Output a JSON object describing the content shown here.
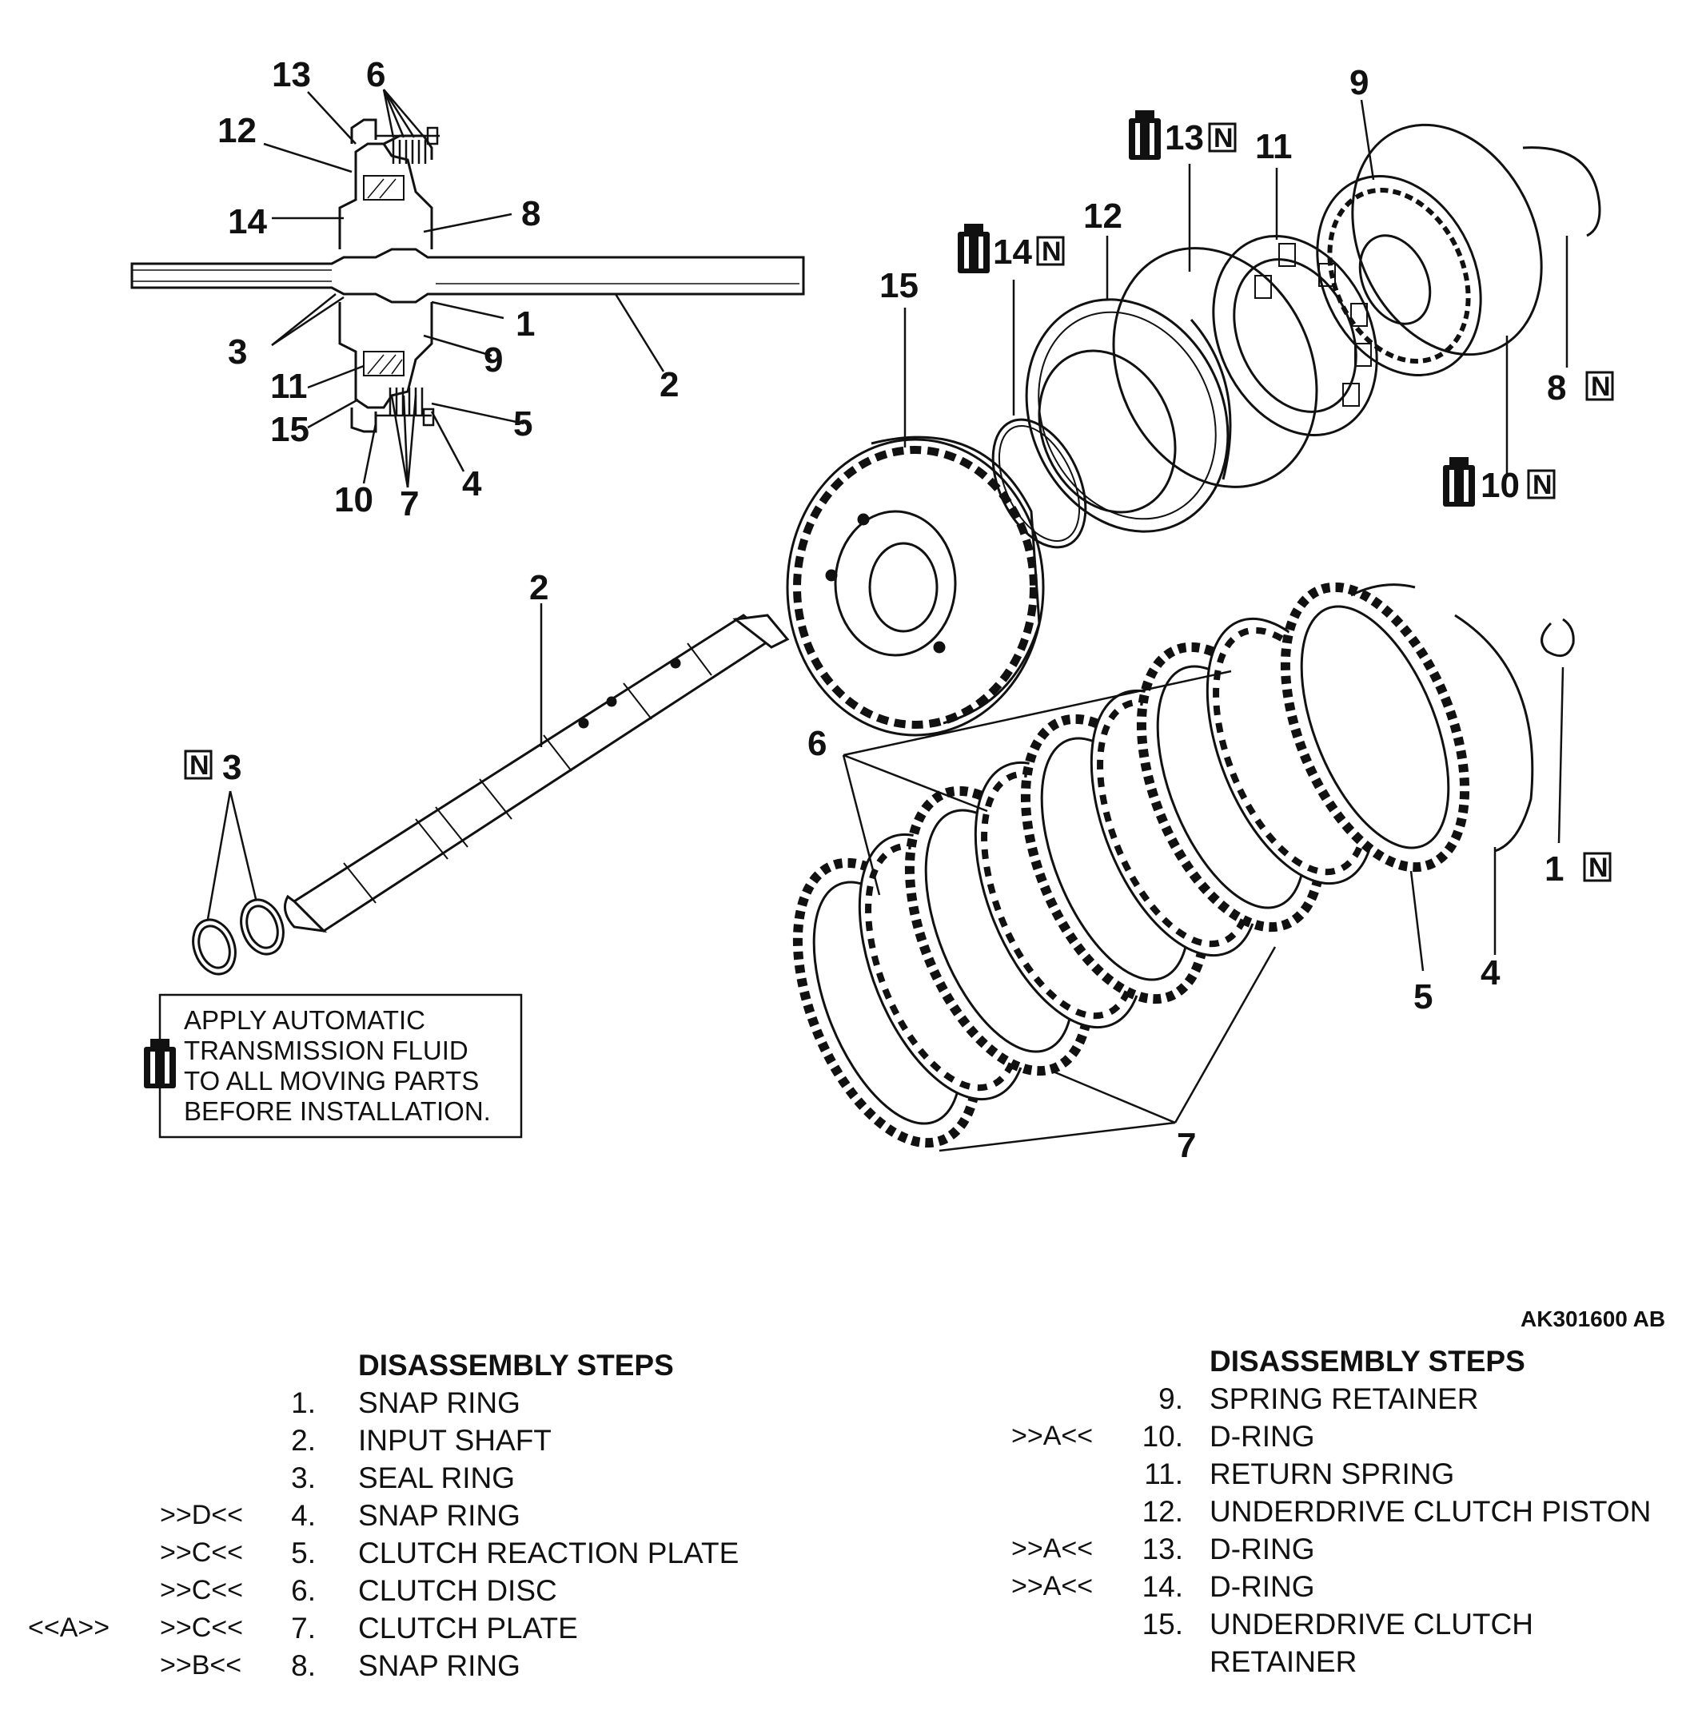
{
  "reference_code": "AK301600 AB",
  "note": {
    "lines": [
      "APPLY AUTOMATIC",
      "TRANSMISSION FLUID",
      "TO ALL MOVING PARTS",
      "BEFORE INSTALLATION."
    ],
    "icon": "oil-can-icon"
  },
  "mark_letter": "N",
  "callouts": {
    "section": [
      "13",
      "6",
      "12",
      "14",
      "8",
      "1",
      "3",
      "2",
      "9",
      "11",
      "15",
      "5",
      "10",
      "7",
      "4"
    ],
    "exploded": {
      "c9": "9",
      "c11": "11",
      "c13": "13",
      "c12": "12",
      "c14": "14",
      "c15": "15",
      "c8": "8",
      "c10": "10",
      "c2": "2",
      "c3": "3",
      "c6": "6",
      "c1": "1",
      "c5": "5",
      "c4": "4",
      "c7": "7"
    }
  },
  "steps_left": {
    "heading": "DISASSEMBLY STEPS",
    "rows": [
      {
        "pre": "",
        "code": "",
        "num": "1.",
        "name": "SNAP RING"
      },
      {
        "pre": "",
        "code": "",
        "num": "2.",
        "name": "INPUT SHAFT"
      },
      {
        "pre": "",
        "code": "",
        "num": "3.",
        "name": "SEAL RING"
      },
      {
        "pre": "",
        "code": ">>D<<",
        "num": "4.",
        "name": "SNAP RING"
      },
      {
        "pre": "",
        "code": ">>C<<",
        "num": "5.",
        "name": "CLUTCH REACTION PLATE"
      },
      {
        "pre": "",
        "code": ">>C<<",
        "num": "6.",
        "name": "CLUTCH DISC"
      },
      {
        "pre": "<<A>>",
        "code": ">>C<<",
        "num": "7.",
        "name": "CLUTCH PLATE"
      },
      {
        "pre": "",
        "code": ">>B<<",
        "num": "8.",
        "name": "SNAP RING"
      }
    ]
  },
  "steps_right": {
    "heading": "DISASSEMBLY STEPS",
    "rows": [
      {
        "code": "",
        "num": "9.",
        "name": "SPRING RETAINER"
      },
      {
        "code": ">>A<<",
        "num": "10.",
        "name": "D-RING"
      },
      {
        "code": "",
        "num": "11.",
        "name": "RETURN SPRING"
      },
      {
        "code": "",
        "num": "12.",
        "name": "UNDERDRIVE CLUTCH PISTON"
      },
      {
        "code": ">>A<<",
        "num": "13.",
        "name": "D-RING"
      },
      {
        "code": ">>A<<",
        "num": "14.",
        "name": "D-RING"
      },
      {
        "code": "",
        "num": "15.",
        "name": "UNDERDRIVE CLUTCH"
      },
      {
        "code": "",
        "num": "",
        "name": "RETAINER"
      }
    ]
  }
}
